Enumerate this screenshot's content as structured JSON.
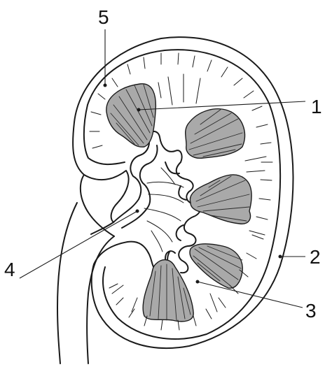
{
  "diagram": {
    "callouts": [
      {
        "id": "1",
        "label": "1"
      },
      {
        "id": "2",
        "label": "2"
      },
      {
        "id": "3",
        "label": "3"
      },
      {
        "id": "4",
        "label": "4"
      },
      {
        "id": "5",
        "label": "5"
      }
    ],
    "colors": {
      "line": "#1a1a1a",
      "pyramid_fill": "#a9a9a9",
      "background": "#ffffff"
    }
  }
}
